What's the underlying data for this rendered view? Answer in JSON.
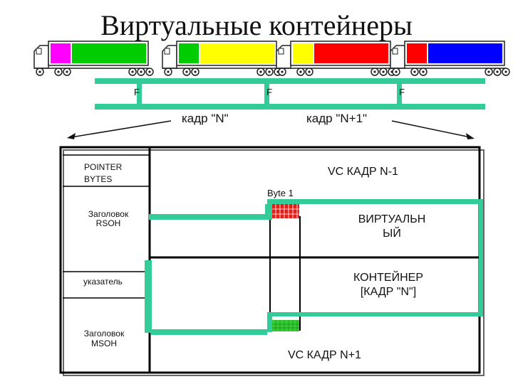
{
  "title": "Виртуальные контейнеры",
  "trucks": [
    {
      "header_color": "#ff00ff",
      "payload_color": "#00cc00"
    },
    {
      "header_color": "#00cc00",
      "payload_color": "#ffff00"
    },
    {
      "header_color": "#ffff00",
      "payload_color": "#ff0000"
    },
    {
      "header_color": "#ff0000",
      "payload_color": "#0000ff"
    }
  ],
  "markers": {
    "f1": "F",
    "f2": "F",
    "f3": "F"
  },
  "frame_labels": {
    "n": "кадр \"N\"",
    "n1": "кадр \"N+1\""
  },
  "left_column": {
    "pointer_line1": "POINTER",
    "pointer_line2": "BYTES",
    "rsoh_line1": "Заголовок",
    "rsoh_line2": "RSOH",
    "pointer_ru": "указатель",
    "msoh_line1": "Заголовок",
    "msoh_line2": "MSOH"
  },
  "payload": {
    "vc_prev": "VC  КАДР N-1",
    "byte1": "Byte 1",
    "virt_line1": "ВИРТУАЛЬН",
    "virt_line2": "ЫЙ",
    "cont_line1": "КОНТЕЙНЕР",
    "cont_line2": "[КАДР \"N\"]",
    "vc_next": "VC  КАДР N+1"
  },
  "colors": {
    "rail": "#33cc99",
    "frame": "#000000",
    "byte1_fill": "#e0201a",
    "last_byte_fill": "#33cc33"
  }
}
